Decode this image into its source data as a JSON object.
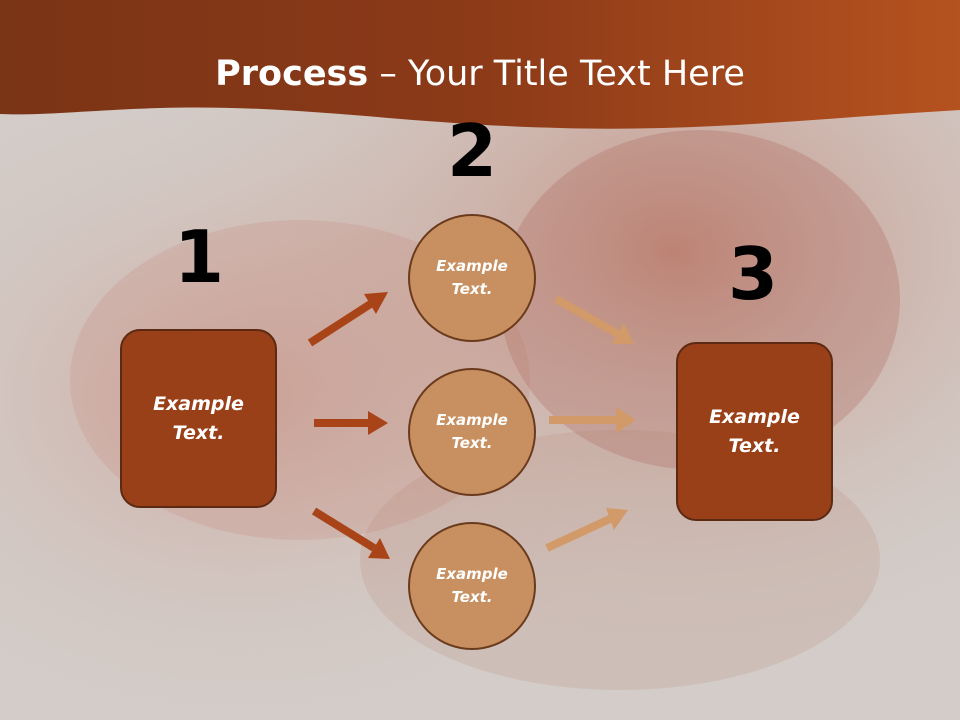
{
  "title": {
    "bold": "Process",
    "rest": " – Your Title Text Here"
  },
  "steps": {
    "step1": {
      "number": "1",
      "text": "Example\nText."
    },
    "step2": {
      "number": "2",
      "items": [
        {
          "text": "Example\nText."
        },
        {
          "text": "Example\nText."
        },
        {
          "text": "Example\nText."
        }
      ]
    },
    "step3": {
      "number": "3",
      "text": "Example\nText."
    }
  },
  "colors": {
    "header": "#a9461c",
    "box": "#9a4018",
    "circle": "#c89060",
    "arrow_dark": "#a94419",
    "arrow_light": "#d19a68"
  }
}
